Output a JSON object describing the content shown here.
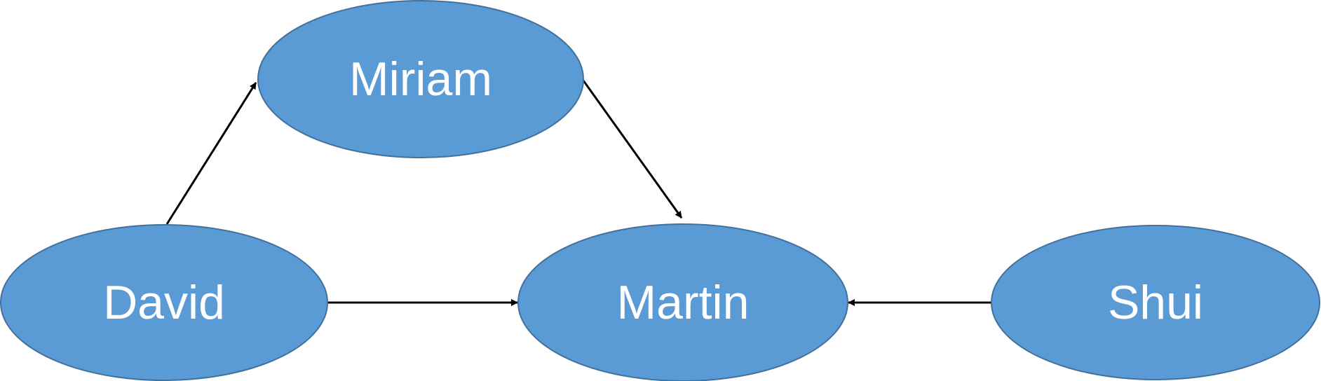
{
  "nodes": [
    {
      "id": "miriam",
      "label": "Miriam",
      "color": "#5b9bd5"
    },
    {
      "id": "david",
      "label": "David",
      "color": "#5b9bd5"
    },
    {
      "id": "martin",
      "label": "Martin",
      "color": "#5b9bd5"
    },
    {
      "id": "shui",
      "label": "Shui",
      "color": "#5b9bd5"
    }
  ],
  "edges": [
    {
      "from": "david",
      "to": "miriam"
    },
    {
      "from": "miriam",
      "to": "martin"
    },
    {
      "from": "david",
      "to": "martin"
    },
    {
      "from": "shui",
      "to": "martin"
    }
  ],
  "colors": {
    "node_fill": "#5b9bd5",
    "node_stroke": "#41719c",
    "label": "#ffffff",
    "edge": "#000000"
  }
}
